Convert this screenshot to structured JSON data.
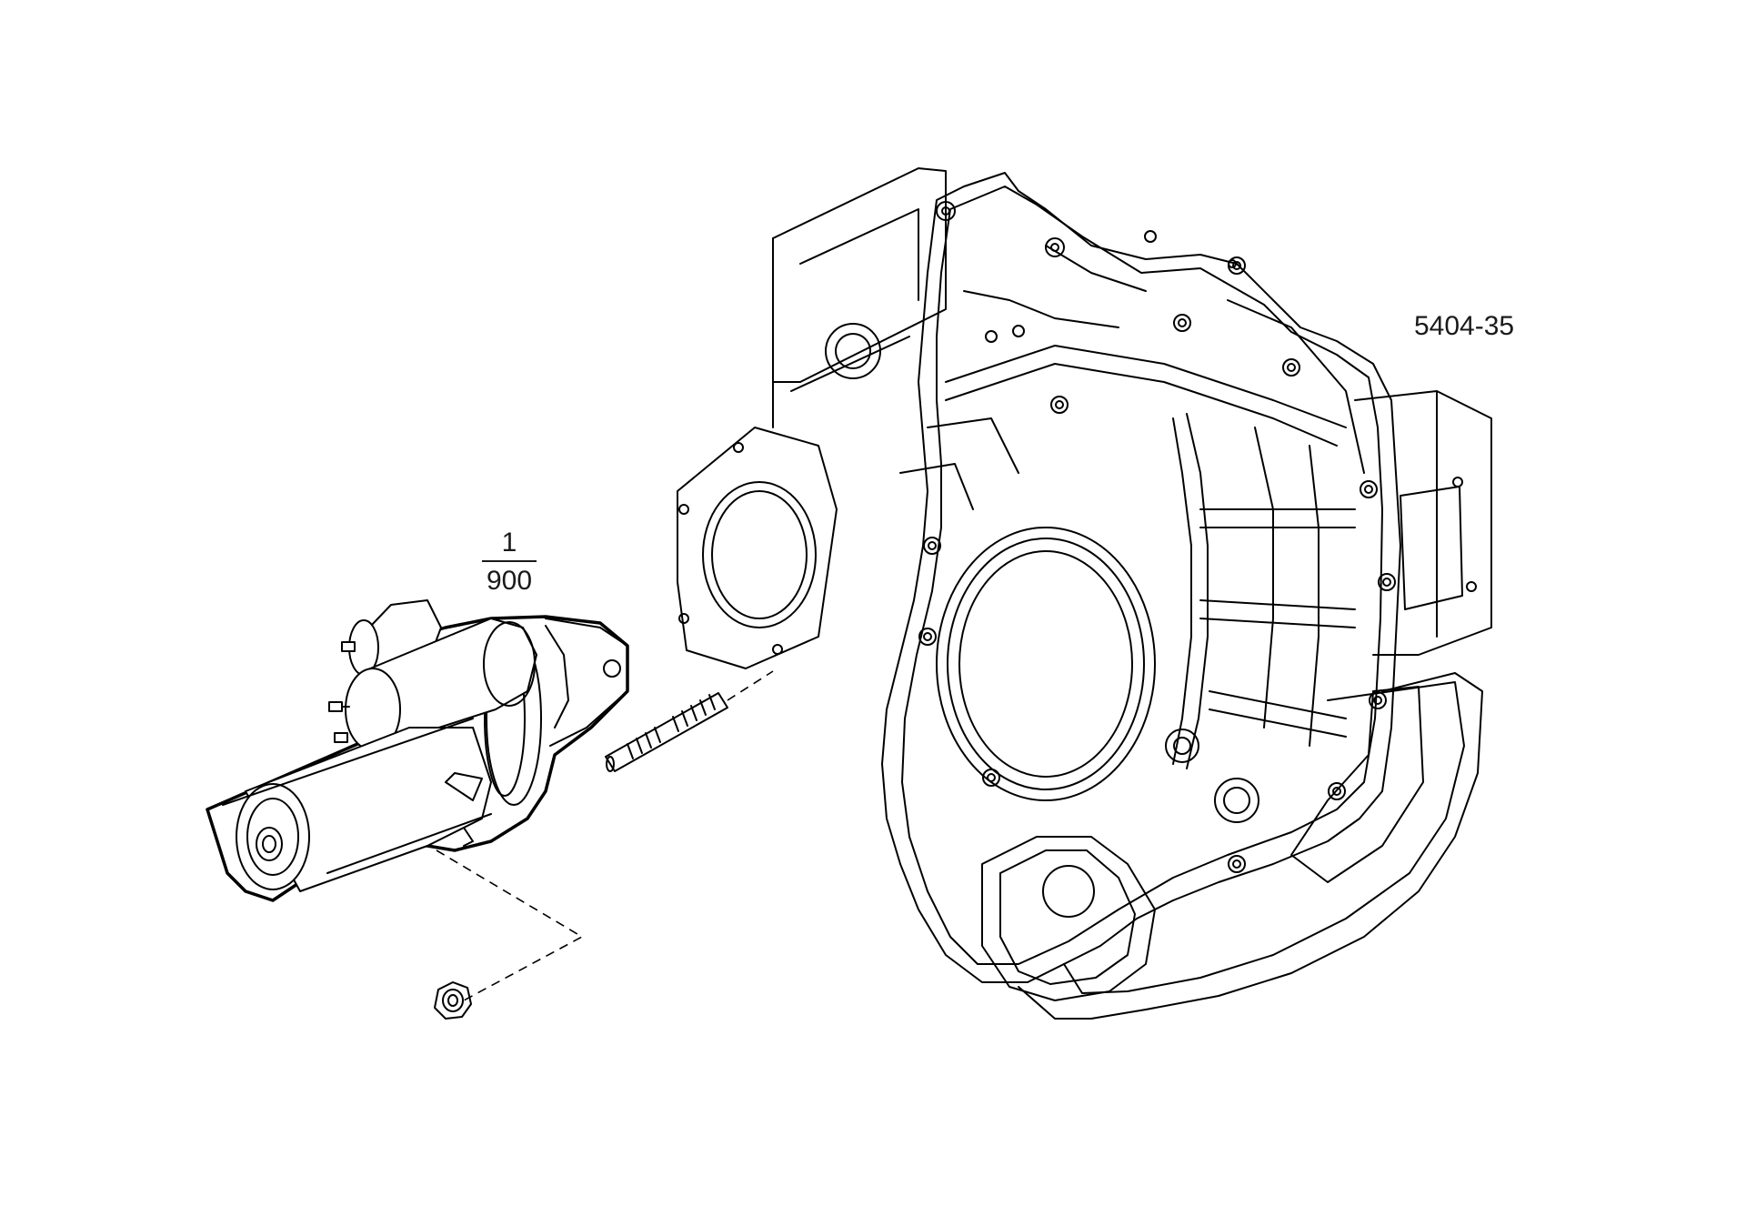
{
  "figure": {
    "reference": "5404-35"
  },
  "callout": {
    "item_number": "1",
    "group_number": "900"
  },
  "icons": {
    "starter_motor": "starter-motor-icon",
    "mounting_stud": "stud-icon",
    "flange_nut": "nut-icon",
    "flywheel_housing": "flywheel-housing-icon"
  },
  "colors": {
    "ink": "#000000",
    "background": "#ffffff"
  }
}
